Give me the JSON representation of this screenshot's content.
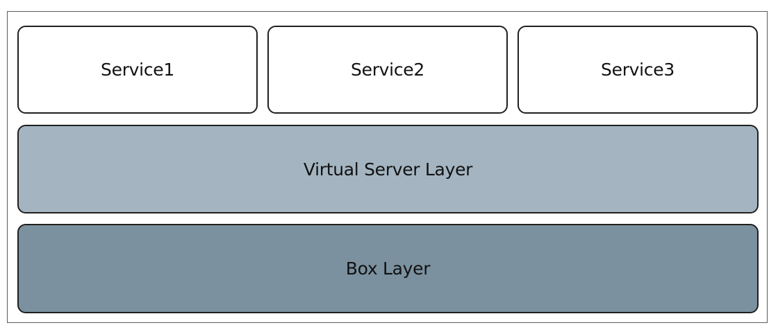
{
  "diagram": {
    "services": [
      {
        "label": "Service1"
      },
      {
        "label": "Service2"
      },
      {
        "label": "Service3"
      }
    ],
    "virtual_layer": {
      "label": "Virtual Server Layer",
      "color": "#a4b5c1"
    },
    "box_layer": {
      "label": "Box Layer",
      "color": "#7b919f"
    },
    "service_color": "#ffffff",
    "border_color": "#1f1f1f"
  }
}
